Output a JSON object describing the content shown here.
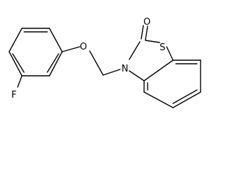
{
  "molecule": {
    "atoms": {
      "carbonyl_oxygen": "O",
      "ring_sulfur": "S",
      "ring_nitrogen": "N",
      "ether_oxygen": "O",
      "fluorine": "F"
    }
  }
}
